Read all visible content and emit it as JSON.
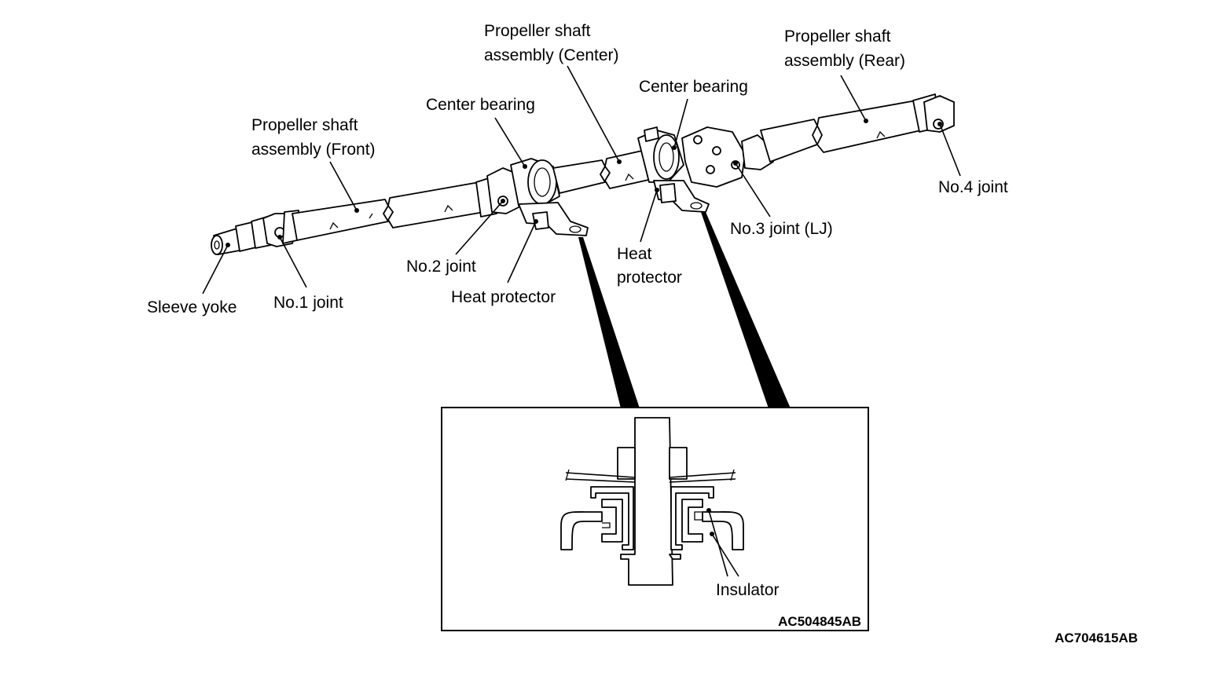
{
  "labels": {
    "propeller_center_l1": "Propeller shaft",
    "propeller_center_l2": "assembly (Center)",
    "propeller_rear_l1": "Propeller shaft",
    "propeller_rear_l2": "assembly (Rear)",
    "center_bearing_1": "Center bearing",
    "center_bearing_2": "Center bearing",
    "propeller_front_l1": "Propeller shaft",
    "propeller_front_l2": "assembly (Front)",
    "no4_joint": "No.4 joint",
    "no3_joint": "No.3 joint (LJ)",
    "heat_protector_2_l1": "Heat",
    "heat_protector_2_l2": "protector",
    "no2_joint": "No.2 joint",
    "heat_protector_1": "Heat protector",
    "sleeve_yoke": "Sleeve yoke",
    "no1_joint": "No.1 joint",
    "insulator": "Insulator"
  },
  "codes": {
    "inset_code": "AC504845AB",
    "figure_code": "AC704615AB"
  }
}
